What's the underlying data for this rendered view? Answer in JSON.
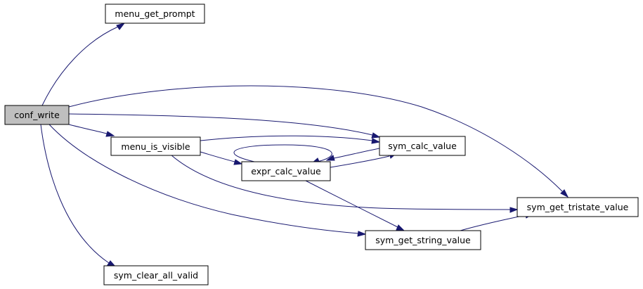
{
  "graph": {
    "colors": {
      "edge": "#191970",
      "root_fill": "#bfbfbf",
      "node_fill": "#ffffff",
      "node_border": "#000000"
    },
    "nodes": {
      "conf_write": "conf_write",
      "menu_get_prompt": "menu_get_prompt",
      "menu_is_visible": "menu_is_visible",
      "sym_calc_value": "sym_calc_value",
      "expr_calc_value": "expr_calc_value",
      "sym_get_tristate_value": "sym_get_tristate_value",
      "sym_get_string_value": "sym_get_string_value",
      "sym_clear_all_valid": "sym_clear_all_valid"
    },
    "edges": [
      {
        "from": "conf_write",
        "to": "menu_get_prompt"
      },
      {
        "from": "conf_write",
        "to": "menu_is_visible"
      },
      {
        "from": "conf_write",
        "to": "sym_calc_value"
      },
      {
        "from": "conf_write",
        "to": "sym_get_tristate_value"
      },
      {
        "from": "conf_write",
        "to": "sym_get_string_value"
      },
      {
        "from": "conf_write",
        "to": "sym_clear_all_valid"
      },
      {
        "from": "menu_is_visible",
        "to": "sym_calc_value"
      },
      {
        "from": "menu_is_visible",
        "to": "expr_calc_value"
      },
      {
        "from": "menu_is_visible",
        "to": "sym_get_tristate_value"
      },
      {
        "from": "expr_calc_value",
        "to": "expr_calc_value"
      },
      {
        "from": "expr_calc_value",
        "to": "sym_calc_value"
      },
      {
        "from": "expr_calc_value",
        "to": "sym_get_string_value"
      },
      {
        "from": "sym_calc_value",
        "to": "expr_calc_value"
      },
      {
        "from": "sym_get_string_value",
        "to": "sym_get_tristate_value"
      }
    ]
  }
}
